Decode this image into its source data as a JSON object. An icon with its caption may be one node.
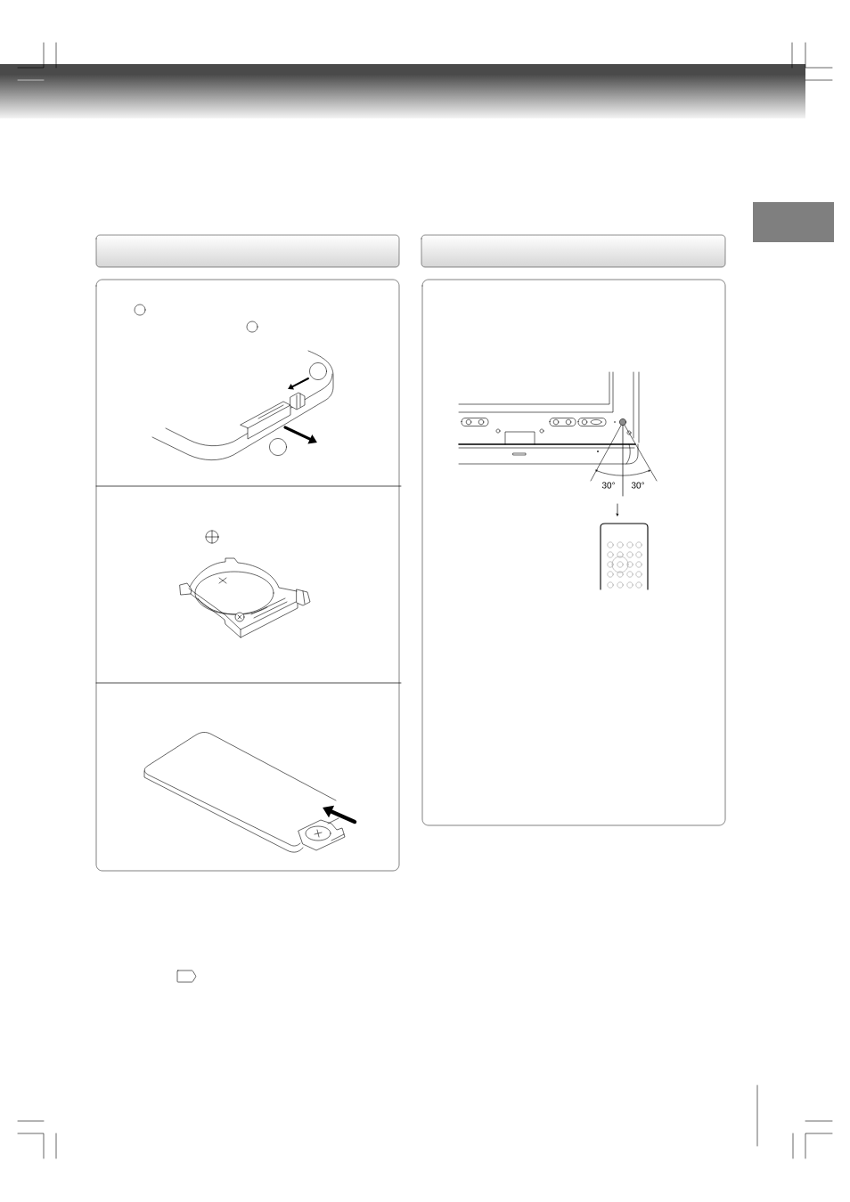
{
  "diagram": {
    "nodes": [
      {
        "text": [],
        "shape": "box"
      }
    ],
    "labels": [
      "30°",
      "30°"
    ]
  }
}
